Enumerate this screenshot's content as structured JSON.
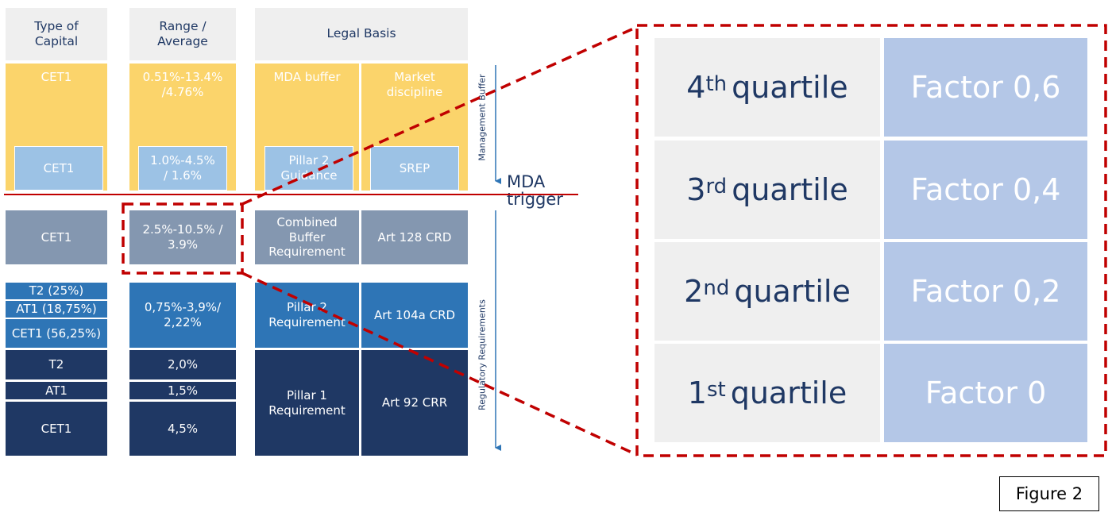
{
  "headers": {
    "type_of_capital": "Type of\nCapital",
    "range_average": "Range /\nAverage",
    "legal_basis": "Legal Basis"
  },
  "management_buffer": {
    "label": "Management Buffer",
    "type_top": "CET1",
    "range_top": "0.51%-13.4%\n/4.76%",
    "legal_left_top": "MDA buffer",
    "legal_right_top": "Market\ndiscipline",
    "type_bottom": "CET1",
    "range_bottom": "1.0%-4.5%\n/ 1.6%",
    "legal_left_bottom": "Pillar 2\nGuidance",
    "legal_right_bottom": "SREP"
  },
  "mda_trigger": "MDA\ntrigger",
  "combined_buffer": {
    "type": "CET1",
    "range": "2.5%-10.5% /\n3.9%",
    "legal_left": "Combined\nBuffer\nRequirement",
    "legal_right": "Art 128 CRD"
  },
  "pillar2": {
    "types": [
      "T2 (25%)",
      "AT1 (18,75%)",
      "CET1 (56,25%)"
    ],
    "range": "0,75%-3,9%/\n2,22%",
    "legal_left": "Pillar 2\nRequirement",
    "legal_right": "Art 104a CRD"
  },
  "pillar1": {
    "types": [
      "T2",
      "AT1",
      "CET1"
    ],
    "ranges": [
      "2,0%",
      "1,5%",
      "4,5%"
    ],
    "legal_left": "Pillar 1\nRequirement",
    "legal_right": "Art 92 CRR"
  },
  "regulatory_label": "Regulatory Requirements",
  "quartiles": [
    {
      "num": "4",
      "sup": "th",
      "word": "quartile",
      "factor": "Factor 0,6"
    },
    {
      "num": "3",
      "sup": "rd",
      "word": "quartile",
      "factor": "Factor 0,4"
    },
    {
      "num": "2",
      "sup": "nd",
      "word": "quartile",
      "factor": "Factor 0,2"
    },
    {
      "num": "1",
      "sup": "st",
      "word": "quartile",
      "factor": "Factor 0"
    }
  ],
  "figure_label": "Figure 2",
  "colors": {
    "yellow": "#fbd46b",
    "light_blue": "#9cc2e5",
    "grey_blue": "#8497b0",
    "mid_blue": "#2e75b6",
    "navy": "#1f3864",
    "dashed_red": "#c00000",
    "trigger_line": "#c00000"
  }
}
